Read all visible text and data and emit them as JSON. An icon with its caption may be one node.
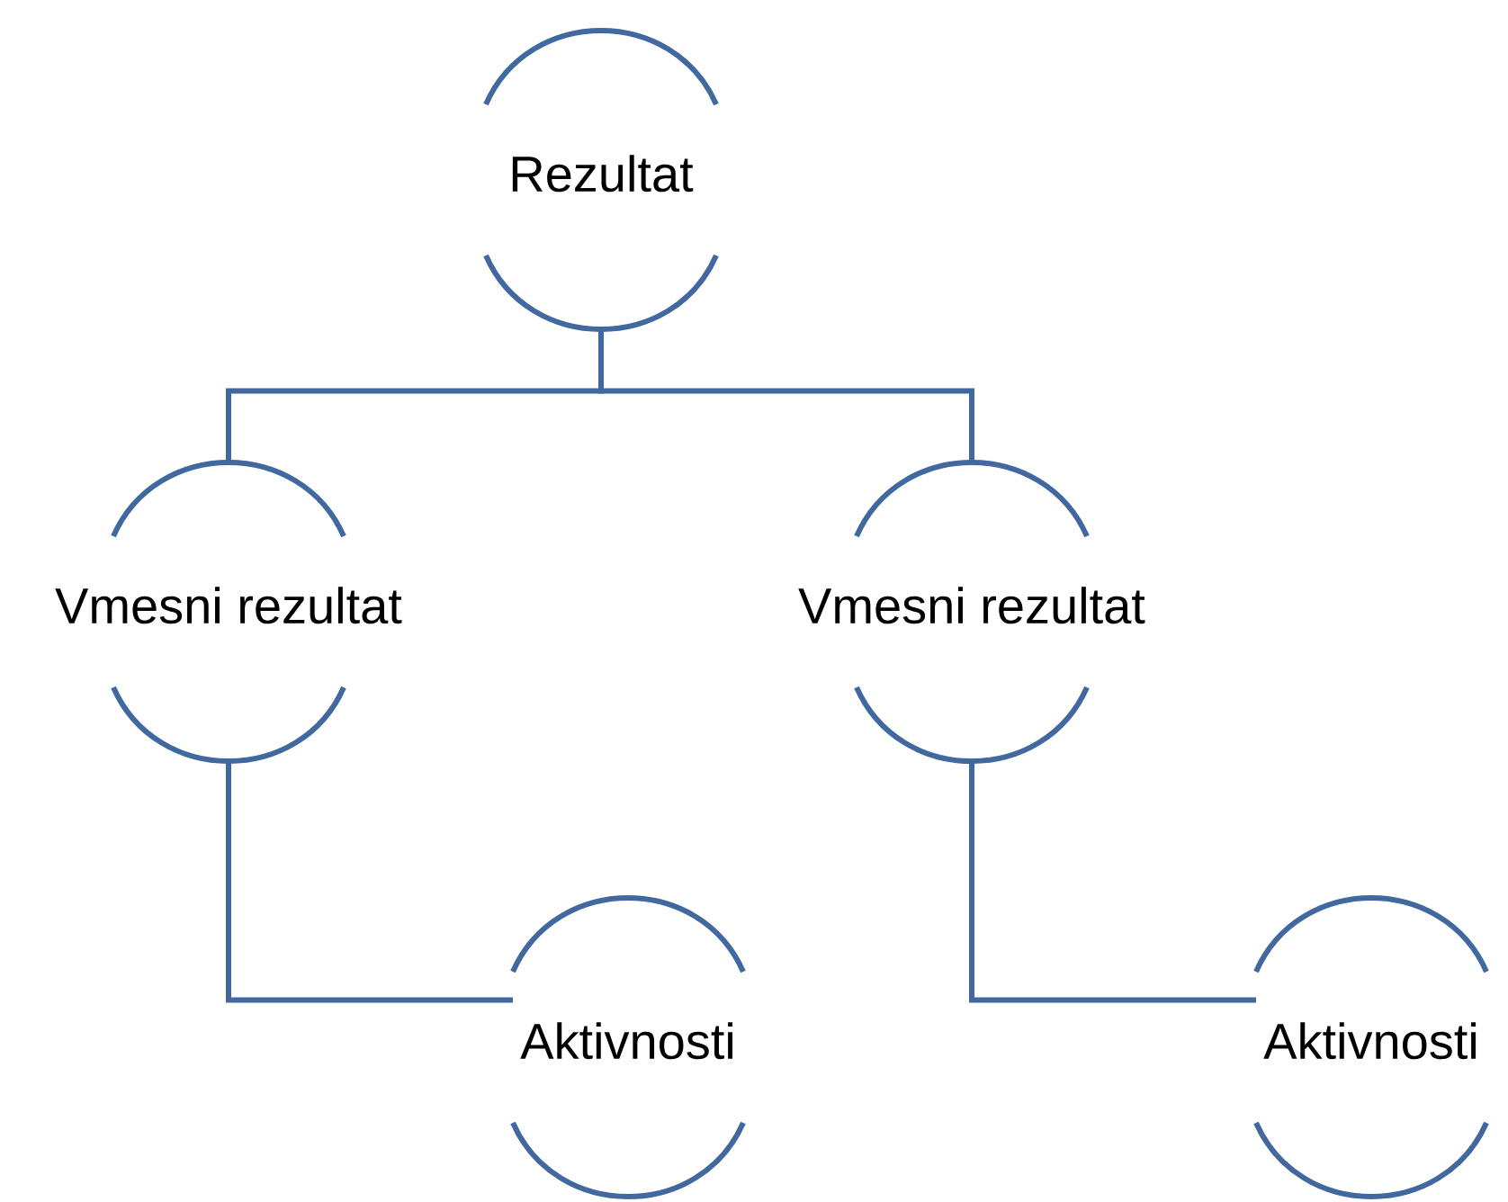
{
  "diagram": {
    "nodes": [
      {
        "text": [
          "Rezultat"
        ]
      },
      {
        "text": [
          "Vmesni rezultat"
        ]
      },
      {
        "text": [
          "Vmesni rezultat"
        ]
      },
      {
        "text": [
          "Aktivnosti"
        ]
      },
      {
        "text": [
          "Aktivnosti"
        ]
      }
    ],
    "edges": [
      {
        "from": 0,
        "to": 1,
        "arrow": "none"
      },
      {
        "from": 0,
        "to": 2,
        "arrow": "none"
      },
      {
        "from": 1,
        "to": 3,
        "arrow": "none"
      },
      {
        "from": 2,
        "to": 4,
        "arrow": "none"
      }
    ]
  }
}
